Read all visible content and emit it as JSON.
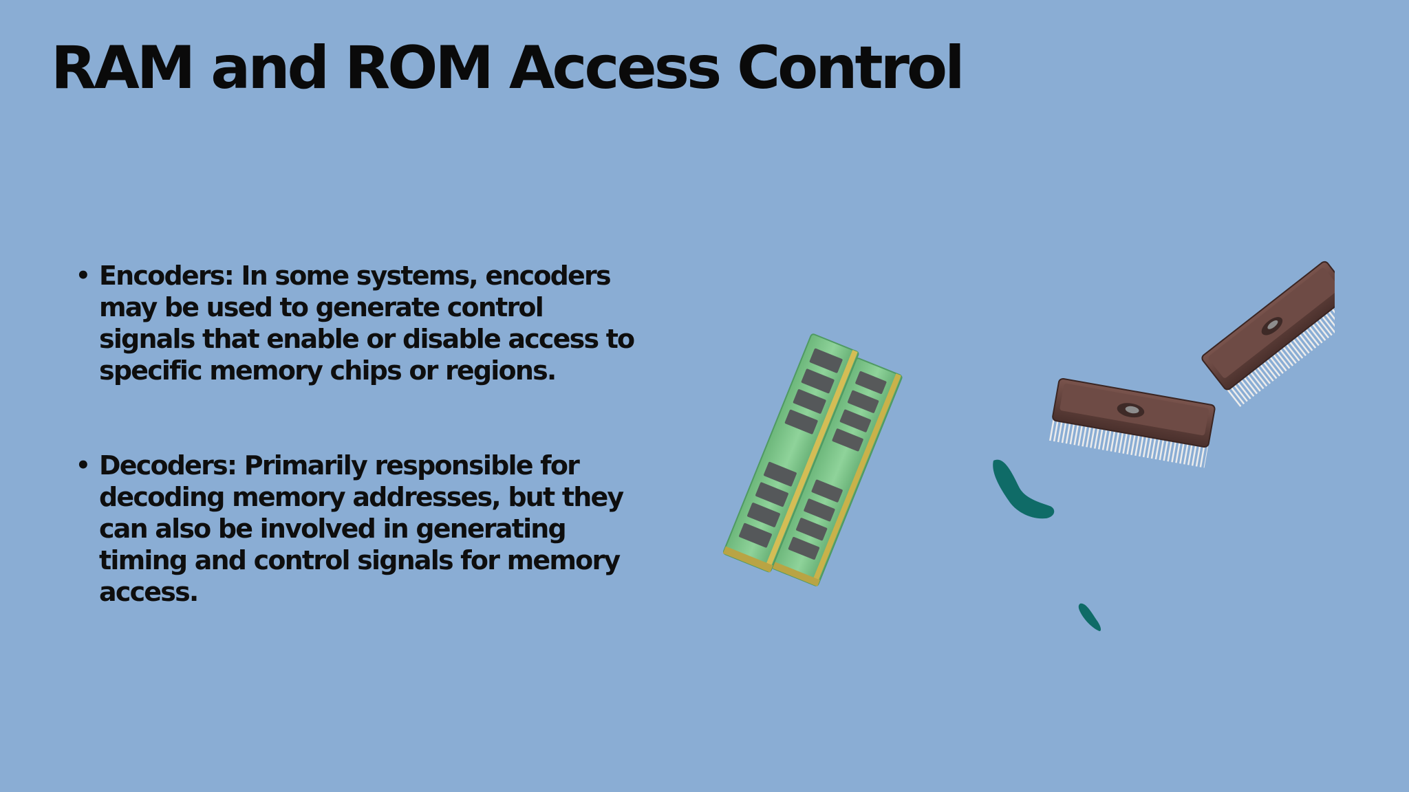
{
  "slide": {
    "background": "#8aadd4",
    "title": "RAM and ROM Access Control",
    "bullets": [
      {
        "text": "Encoders: In some systems, encoders may be used to generate control signals that enable or disable access to specific memory chips or regions."
      },
      {
        "text": "Decoders: Primarily responsible for decoding memory addresses, but they can also be involved in generating timing and control signals for memory access."
      }
    ],
    "bullet_glyph": "•"
  },
  "illustration": {
    "icons": [
      "ram-module-icon",
      "ram-module-icon",
      "rom-chip-icon",
      "rom-chip-icon",
      "paint-splash-icon"
    ],
    "colors": {
      "pcb": "#7cc48a",
      "pcb_dark": "#4f9a62",
      "gold": "#c9b24a",
      "chip": "#57595a",
      "chip_body": "#5b3d38",
      "chip_top": "#6e4b45",
      "pins": "#e6e6e6",
      "splash": "#0f6b67"
    }
  }
}
